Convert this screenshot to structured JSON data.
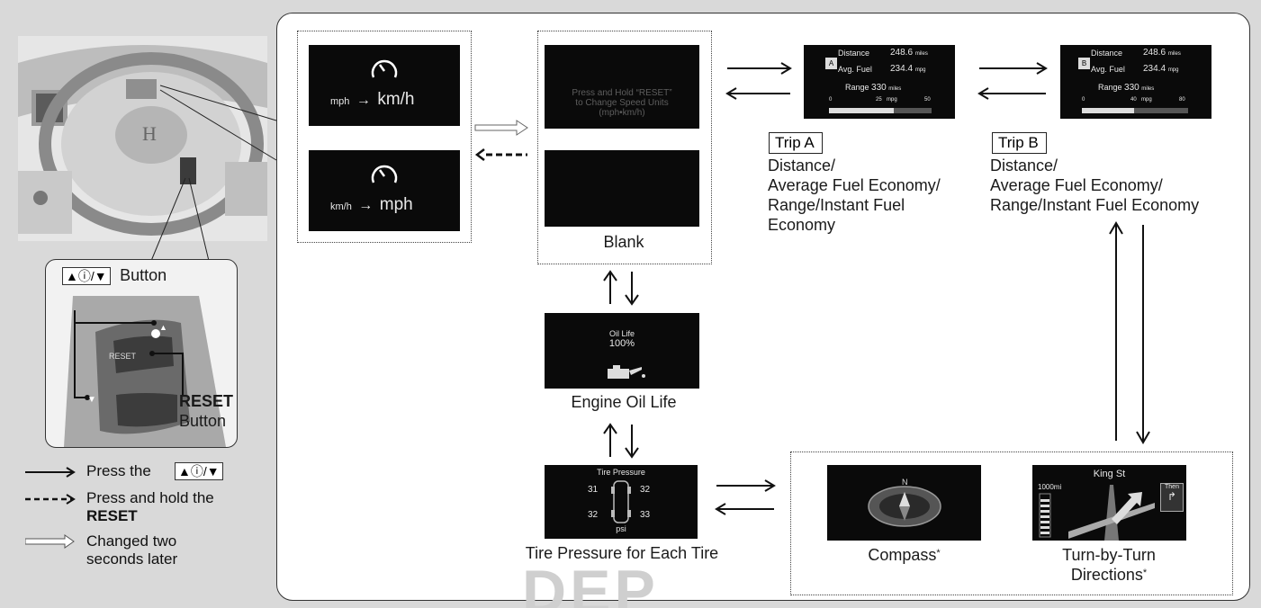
{
  "panel": {
    "units": {
      "screen1": {
        "from": "mph",
        "arrow": "→",
        "to": "km/h"
      },
      "screen2": {
        "from": "km/h",
        "arrow": "→",
        "to": "mph"
      }
    },
    "change_units": {
      "line1": "Press and Hold “RESET”",
      "line2": "to Change Speed Units",
      "line3": "(mph•km/h)"
    },
    "blank_label": "Blank",
    "trip_a": {
      "tag": "Trip A",
      "badge": "A",
      "desc_lines": [
        "Distance/",
        "Average Fuel Economy/",
        "Range/Instant Fuel",
        "Economy"
      ],
      "distance_label": "Distance",
      "distance_value": "248.6",
      "distance_unit": "miles",
      "fuel_label": "Avg. Fuel",
      "fuel_value": "234.4",
      "fuel_unit": "mpg",
      "range_label": "Range",
      "range_value": "330",
      "range_unit": "miles",
      "scale": [
        "0",
        "25",
        "mpg",
        "50"
      ]
    },
    "trip_b": {
      "tag": "Trip B",
      "badge": "B",
      "desc_lines": [
        "Distance/",
        "Average Fuel Economy/",
        "Range/Instant Fuel Economy"
      ],
      "distance_label": "Distance",
      "distance_value": "248.6",
      "distance_unit": "miles",
      "fuel_label": "Avg. Fuel",
      "fuel_value": "234.4",
      "fuel_unit": "mpg",
      "range_label": "Range",
      "range_value": "330",
      "range_unit": "miles",
      "scale": [
        "0",
        "40",
        "mpg",
        "80"
      ]
    },
    "oil": {
      "line1": "Oil Life",
      "line2": "100%",
      "label": "Engine Oil Life"
    },
    "tire": {
      "title": "Tire Pressure",
      "fl": "31",
      "fr": "32",
      "rl": "32",
      "rr": "33",
      "unit": "psi",
      "label": "Tire Pressure for Each Tire"
    },
    "compass": {
      "label": "Compass",
      "asterisk": "*",
      "north": "N"
    },
    "turn": {
      "street": "King St",
      "distance": "1000mi",
      "then": "Then",
      "label1": "Turn-by-Turn",
      "label2": "Directions",
      "asterisk": "*"
    }
  },
  "left": {
    "button_label": "Button",
    "button_glyph": "▲ⓘ/▼",
    "reset_word": "RESET",
    "reset_bold": "RESET",
    "reset_button_word": "Button",
    "legend": {
      "solid_prefix": "Press the",
      "solid_glyph": "▲ⓘ/▼",
      "dashed_line1": "Press and hold the",
      "dashed_bold": "RESET",
      "open_line1": "Changed two",
      "open_line2": "seconds later"
    }
  },
  "watermark": "DEP"
}
